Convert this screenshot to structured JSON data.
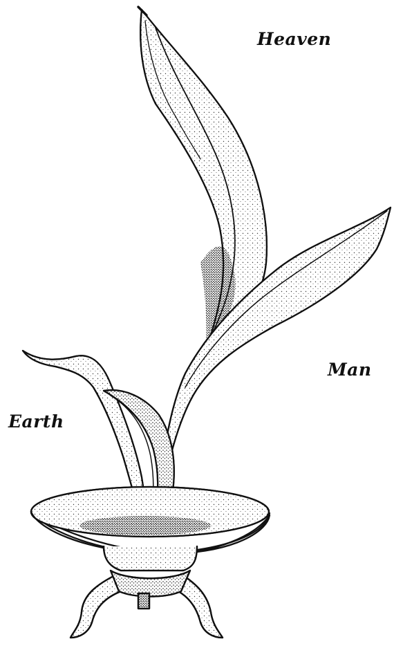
{
  "labels": {
    "heaven": "Heaven",
    "man": "Man",
    "earth": "Earth"
  },
  "colors": {
    "ink": "#111111",
    "paper": "#ffffff",
    "stipple": "#3a3a3a"
  }
}
